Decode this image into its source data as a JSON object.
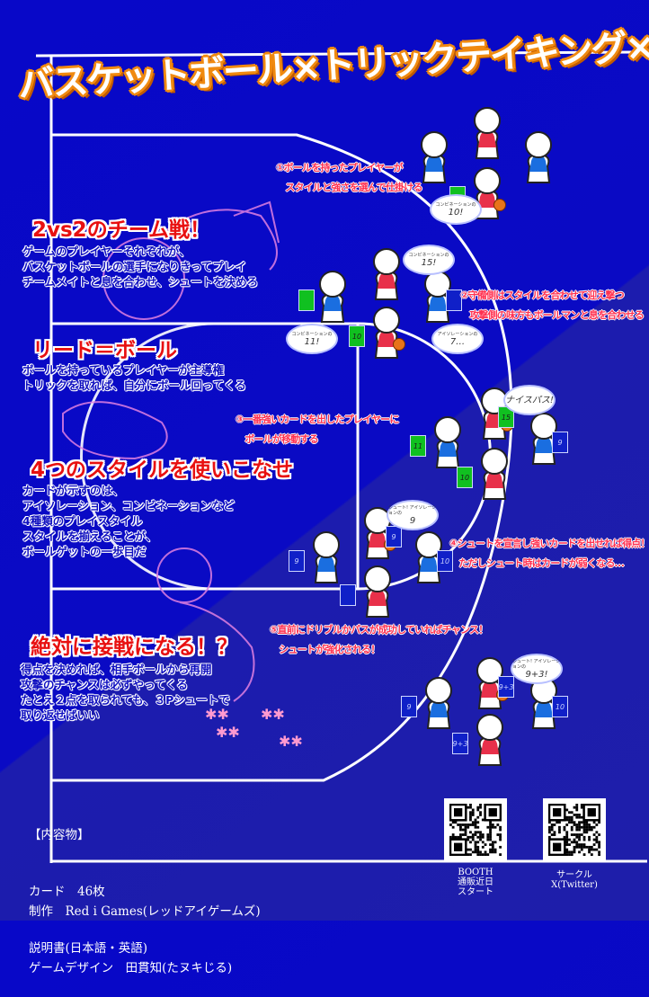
{
  "title": "バスケットボール×トリックテイキング×チーム戦",
  "sections": [
    {
      "heading": "2vs2のチーム戦！",
      "body": "ゲームのプレイヤーそれぞれが、\nバスケットボールの選手になりきってプレイ\nチームメイトと息を合わせ、シュートを決めろ"
    },
    {
      "heading": "リード＝ボール",
      "body": "ボールを持っているプレイヤーが主導権\nトリックを取れば、自分にボール回ってくる"
    },
    {
      "heading": "4つのスタイルを使いこなせ",
      "body": "カードが示すのは、\nアイソレーション、コンビネーションなど\n4種類のプレイスタイル\nスタイルを揃えることが、\nボールゲットの一歩目だ"
    },
    {
      "heading": "絶対に接戦になる！？",
      "body": "得点を決めれば、相手ボールから再開\n攻撃のチャンスは必ずやってくる\nたとえ２点を取られても、３Pシュートで\n取り返せばいい"
    }
  ],
  "notes": [
    "①ボールを持ったプレイヤーが\n　スタイルと強さを選んで仕掛ける",
    "②守備側はスタイルを合わせて迎え撃つ\n　攻撃側の味方もボールマンと息を合わせる",
    "③一番強いカードを出したプレイヤーに\n　ボールが移動する",
    "④シュートを宣言し強いカードを出せれば得点！\n　ただしシュート時はカードが弱くなる…",
    "⑤直前にドリブルかパスが成功していればチャンス！\n　シュートが強化される！"
  ],
  "bubbles": [
    {
      "small": "コンビネーションの",
      "big": "10!"
    },
    {
      "small": "コンビネーションの",
      "big": "15!"
    },
    {
      "small": "コンビネーションの",
      "big": "11!"
    },
    {
      "small": "アイソレーションの",
      "big": "7…"
    },
    {
      "small": "",
      "big": "ナイスパス!"
    },
    {
      "small": "シュート! アイソレーションの",
      "big": "9"
    },
    {
      "small": "シュート! アイソレーションの",
      "big": "9+3!"
    }
  ],
  "cards": [
    "",
    "",
    "10",
    "",
    "",
    "15",
    "11",
    "9",
    "10",
    "9",
    "9",
    "10",
    "",
    "9+3",
    "9",
    "10",
    "9+3"
  ],
  "colors": {
    "red_team": "#e8304a",
    "blue_team": "#1a6ee0",
    "green_card": "#10c020",
    "blue_card": "#1020c8",
    "heading_red": "#e81010",
    "title_orange": "#f08a10",
    "background": "#0a0ac4"
  },
  "contents": {
    "label": "【内容物】",
    "line1": "カード　46枚",
    "line2": "説明書(日本語・英語)"
  },
  "credits": {
    "line1": "制作　Red i Games(レッドアイゲームズ)",
    "line2": "ゲームデザイン　田貫知(たヌキじる)"
  },
  "qr": [
    {
      "caption": "BOOTH\n通販近日\nスタート"
    },
    {
      "caption": "サークル\nX(Twitter)"
    }
  ]
}
